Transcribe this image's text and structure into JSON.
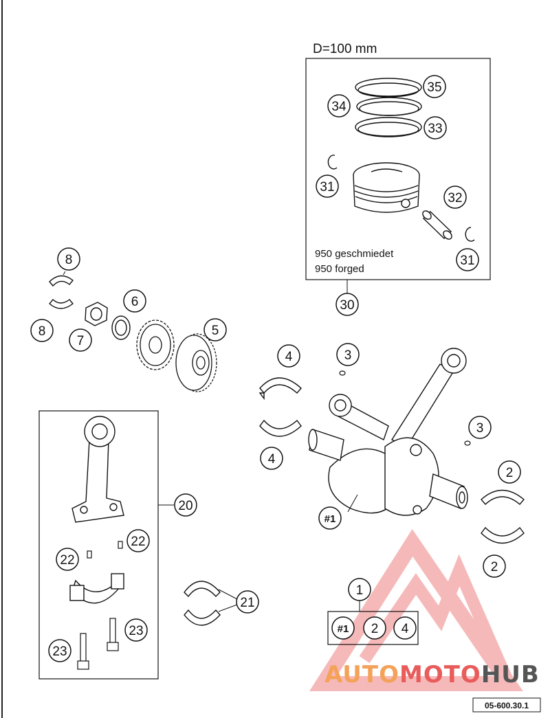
{
  "piston_box": {
    "heading": "D=100 mm",
    "caption_line1": "950 geschmiedet",
    "caption_line2": "950 forged"
  },
  "callouts": {
    "c1": "1",
    "c2a": "2",
    "c2b": "2",
    "c3a": "3",
    "c3b": "3",
    "c4a": "4",
    "c4b": "4",
    "c5": "5",
    "c6": "6",
    "c7": "7",
    "c8a": "8",
    "c8b": "8",
    "c20": "20",
    "c21": "21",
    "c22a": "22",
    "c22b": "22",
    "c23a": "23",
    "c23b": "23",
    "c30": "30",
    "c31a": "31",
    "c31b": "31",
    "c32": "32",
    "c33": "33",
    "c34": "34",
    "c35": "35",
    "crank": "#1"
  },
  "kit_box": {
    "item_a": "#1",
    "item_b": "2",
    "item_c": "4"
  },
  "watermark": {
    "part_a": "AUTO",
    "part_b": "MOTO",
    "part_c": "HUB",
    "color_a": "#f4a259",
    "color_b": "#e85c5c",
    "color_c": "#555555"
  },
  "ref_code": "05-600.30.1"
}
